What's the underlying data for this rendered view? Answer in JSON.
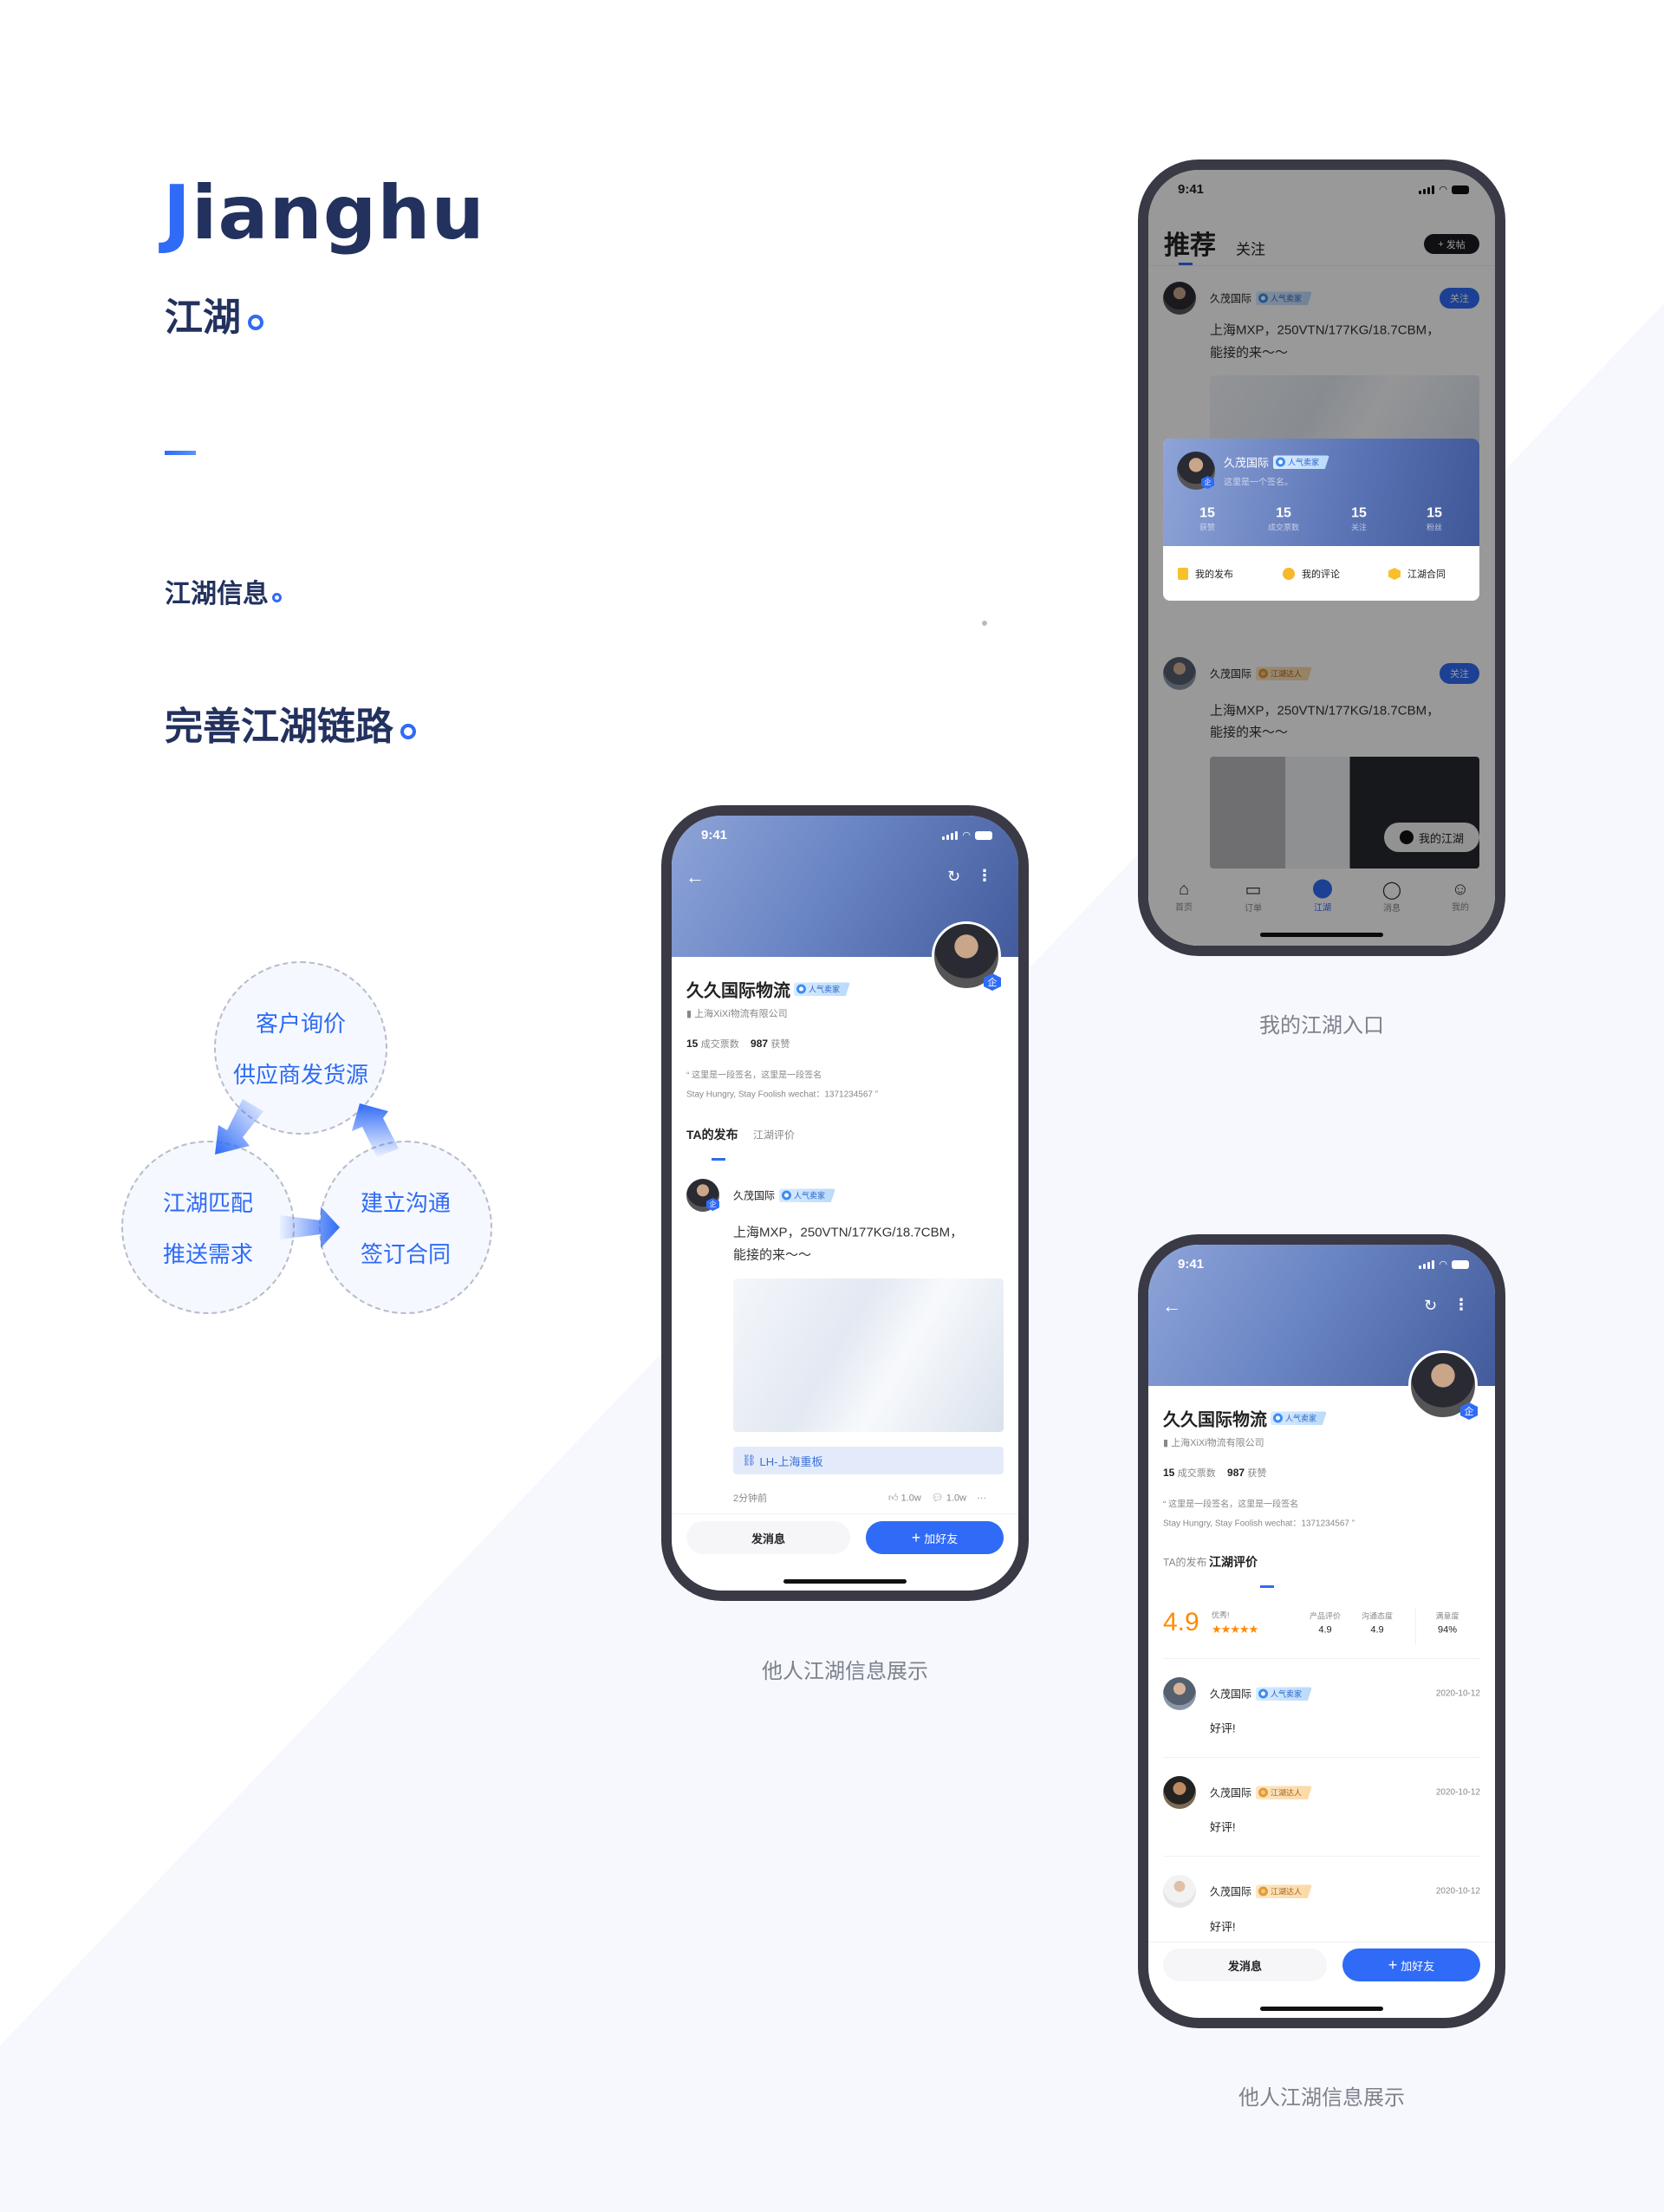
{
  "brand": {
    "logo_j": "J",
    "logo_rest": "ianghu",
    "title": "江湖"
  },
  "section": {
    "heading": "江湖信息",
    "subheading": "完善江湖链路"
  },
  "flow": {
    "nodes": [
      {
        "line1": "客户询价",
        "line2": "供应商发货源"
      },
      {
        "line1": "江湖匹配",
        "line2": "推送需求"
      },
      {
        "line1": "建立沟通",
        "line2": "签订合同"
      }
    ]
  },
  "colors": {
    "accent": "#2f6bf6",
    "navy": "#22315e",
    "rating": "#ff8a00"
  },
  "enterprise_badge": "企",
  "status_time": "9:41",
  "profile": {
    "name": "久久国际物流",
    "badge": "人气卖家",
    "company": "上海XiXi物流有限公司",
    "stats": [
      {
        "value": "15",
        "label": "成交票数"
      },
      {
        "value": "987",
        "label": "获赞"
      }
    ],
    "signature_line1": "“ 这里是一段签名，这里是一段签名",
    "signature_line2": "Stay Hungry, Stay Foolish wechat：1371234567 ”",
    "tabs": [
      "TA的发布",
      "江湖评价"
    ]
  },
  "post": {
    "author": "久茂国际",
    "badge": "人气卖家",
    "text_line1": "上海MXP，250VTN/177KG/18.7CBM，",
    "text_line2": "能接的来～～",
    "link": "LH-上海重板",
    "time": "2分钟前",
    "likes": "1.0w",
    "comments": "1.0w"
  },
  "actions": {
    "message": "发消息",
    "add_friend": "加好友"
  },
  "feed": {
    "tabs": [
      "推荐",
      "关注"
    ],
    "post_button": "发帖",
    "follow": "关注",
    "posts": [
      {
        "author": "久茂国际",
        "badge": "人气卖家"
      },
      {
        "author": "久茂国际",
        "badge": "江湖达人"
      }
    ],
    "card": {
      "name": "久茂国际",
      "badge": "人气卖家",
      "signature": "这里是一个签名。",
      "stats": [
        {
          "value": "15",
          "label": "获赞"
        },
        {
          "value": "15",
          "label": "成交票数"
        },
        {
          "value": "15",
          "label": "关注"
        },
        {
          "value": "15",
          "label": "粉丝"
        }
      ],
      "menu": [
        "我的发布",
        "我的评论",
        "江湖合同"
      ]
    },
    "floating": "我的江湖",
    "tabbar": [
      "首页",
      "订单",
      "江湖",
      "消息",
      "我的"
    ]
  },
  "rating": {
    "score": "4.9",
    "label": "优秀!",
    "stars": 5,
    "metrics": [
      {
        "label": "产品评价",
        "value": "4.9"
      },
      {
        "label": "沟通态度",
        "value": "4.9"
      },
      {
        "label": "满意度",
        "value": "94%"
      }
    ]
  },
  "reviews": [
    {
      "author": "久茂国际",
      "badge": "人气卖家",
      "date": "2020-10-12",
      "text": "好评!"
    },
    {
      "author": "久茂国际",
      "badge": "江湖达人",
      "date": "2020-10-12",
      "text": "好评!"
    },
    {
      "author": "久茂国际",
      "badge": "江湖达人",
      "date": "2020-10-12",
      "text": "好评!"
    }
  ],
  "captions": {
    "profile_posts": "他人江湖信息展示",
    "entry": "我的江湖入口",
    "profile_reviews": "他人江湖信息展示"
  }
}
